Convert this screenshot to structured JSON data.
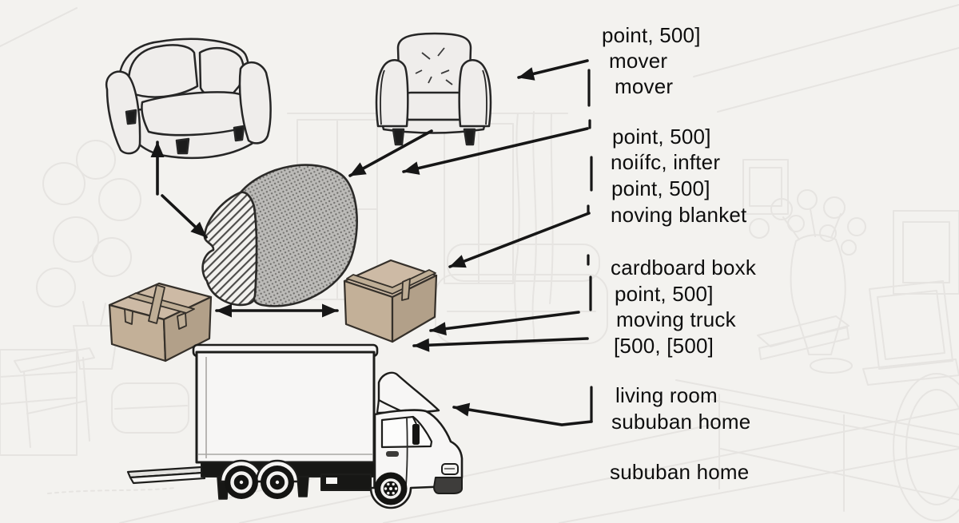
{
  "scene": {
    "background": "#f3f2ef",
    "ink": "#161616",
    "faint_sketch": "#e6e4e1",
    "box_tan_top": "#cdbaa5",
    "box_tan_front": "#c3b098",
    "box_tan_side": "#b2a089",
    "blanket_gray": "#bcbbb8",
    "truck_white": "#f7f6f5"
  },
  "icons": [
    {
      "name": "armchair-perspective-icon"
    },
    {
      "name": "armchair-front-icon"
    },
    {
      "name": "blanket-wrapped-sofa-icon"
    },
    {
      "name": "cardboard-box-cross-tape-icon"
    },
    {
      "name": "cardboard-box-seam-tape-icon"
    },
    {
      "name": "moving-truck-icon"
    }
  ],
  "annotations": [
    {
      "text": "point, 500]"
    },
    {
      "text": "mover"
    },
    {
      "text": "mover"
    },
    {
      "text": "point, 500]"
    },
    {
      "text": "noiífc, infter"
    },
    {
      "text": "point, 500]"
    },
    {
      "text": "noving blanket"
    },
    {
      "text": "cardboard boxk"
    },
    {
      "text": "point, 500]"
    },
    {
      "text": "moving truck"
    },
    {
      "text": "[500, [500]"
    },
    {
      "text": "living room"
    },
    {
      "text": "sububan home"
    },
    {
      "text": "sububan home"
    }
  ]
}
